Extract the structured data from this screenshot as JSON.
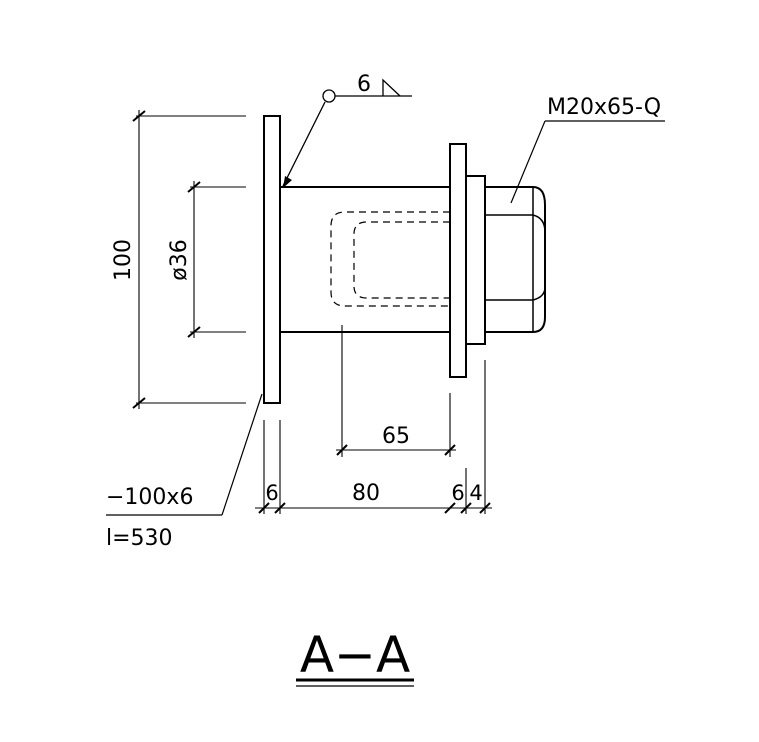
{
  "drawing": {
    "weld_size": "6",
    "bolt_label": "M20x65-Q",
    "dim_plate_height": "100",
    "dim_pipe_diameter": "ø36",
    "dim_bolt_length": "65",
    "dim_plate_thk_left": "6",
    "dim_pipe_length": "80",
    "dim_plate_thk_right": "6",
    "dim_nut_thk": "4",
    "plate_spec": "−100x6",
    "plate_length": "l=530",
    "section_title": "A−A"
  }
}
